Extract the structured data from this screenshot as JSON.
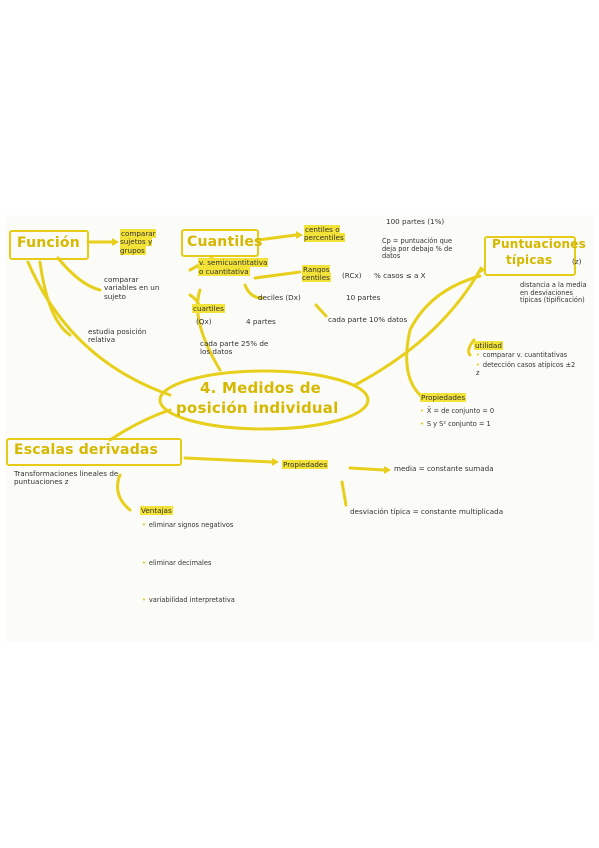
{
  "central": {
    "line1": "4. Medidos de",
    "line2": "posición individual"
  },
  "funcion": {
    "title": "Función",
    "items": [
      "comparar sujetos y grupos",
      "comparar variables en un sujeto",
      "estudia posición relativa"
    ]
  },
  "cuantiles": {
    "title": "Cuantiles",
    "type_a": "v. semicuantitativa",
    "type_b": "o cuantitativa",
    "centiles_label": "centiles o percentiles",
    "centiles_note": "100 partes (1%)",
    "cp_note": "Cp = puntuación que deja por debajo % de datos",
    "rangos_label": "Rangos centiles",
    "rangos_abbr": "(RCx)",
    "rangos_note": "% casos ≤ a X",
    "deciles_label": "deciles (Dx)",
    "deciles_note": "10 partes",
    "deciles_each": "cada parte 10% datos",
    "cuartiles_label": "cuartiles",
    "cuartiles_abbr": "(Qx)",
    "cuartiles_note": "4 partes",
    "cuartiles_each": "cada parte 25% de los datos"
  },
  "tipicas": {
    "title_line1": "Puntuaciones",
    "title_line2": "típicas",
    "abbr": "(z)",
    "description": "distancia a la media en desviaciones típicas (tipificación)",
    "utilidad_label": "utilidad",
    "utilidad_items": [
      "comparar v. cuantitativas",
      "detección casos atípicos ±2 z"
    ],
    "propiedades_label": "Propiedades",
    "propiedades_items": [
      "X̄ = de conjunto = 0",
      "S y S² conjunto = 1"
    ]
  },
  "escalas": {
    "title": "Escalas derivadas",
    "description": "Transformaciones lineales de puntuaciones z",
    "ventajas_label": "Ventajas",
    "ventajas_items": [
      "eliminar signos negativos",
      "eliminar decimales",
      "variabilidad interpretativa"
    ],
    "propiedades_label": "Propiedades",
    "media_note": "media = constante sumada",
    "desviacion_note": "desviación típica = constante multiplicada"
  },
  "colors": {
    "highlight": "#f3e338",
    "marker": "#e6cc18",
    "ink": "#2a2a2a"
  }
}
